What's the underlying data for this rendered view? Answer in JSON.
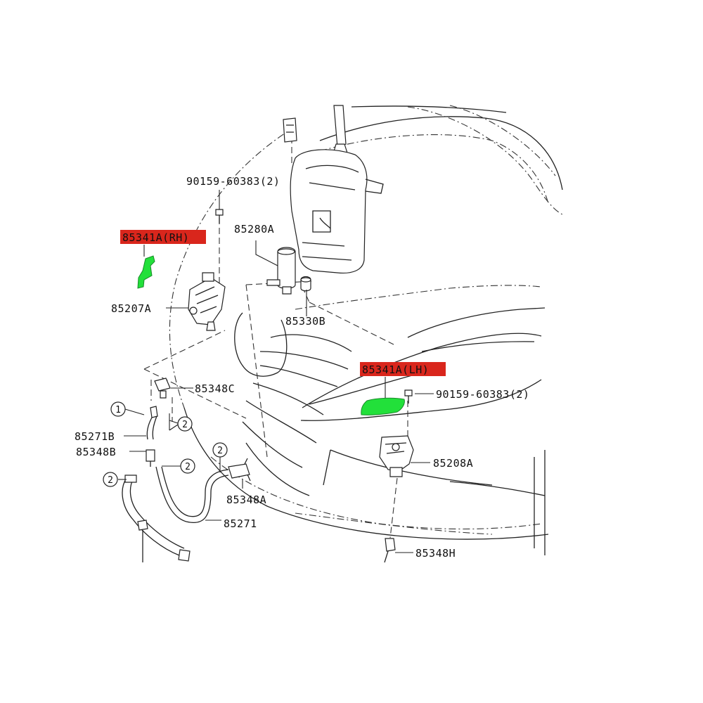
{
  "colors": {
    "highlight_label_bg": "#d9261c",
    "highlight_part_fill": "#22e03a",
    "line": "#222222",
    "background": "#ffffff"
  },
  "labels": {
    "bolt_top": "90159-60383(2)",
    "pump": "85280A",
    "cover_rh": "85341A(RH)",
    "actuator_rh": "85207A",
    "grommet": "85330B",
    "cover_lh": "85341A(LH)",
    "bolt_lh": "90159-60383(2)",
    "joint_c": "85348C",
    "hose_b": "85271B",
    "joint_b": "85348B",
    "joint_a": "85348A",
    "hose": "85271",
    "actuator_lh": "85208A",
    "joint_h": "85348H"
  },
  "callouts": {
    "c1": "1",
    "c2a": "2",
    "c2b": "2",
    "c2c": "2",
    "c2d": "2"
  }
}
